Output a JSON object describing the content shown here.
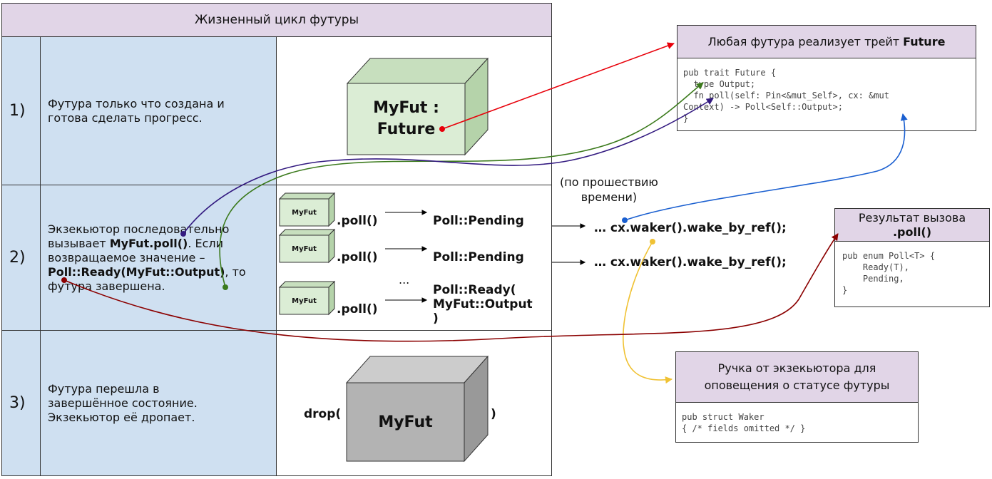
{
  "header": {
    "title": "Жизненный цикл футуры"
  },
  "rows": [
    {
      "num": "1)",
      "desc": "Футура только что создана и готова сделать прогресс."
    },
    {
      "num": "2)",
      "desc_parts": [
        "Экзекьютор последовательно вызывает ",
        "MyFut.poll()",
        ". Если возвращаемое значение – ",
        "Poll::Ready(MyFut::Output)",
        ", то футура завершена."
      ]
    },
    {
      "num": "3)",
      "desc": "Футура перешла в завершённое состояние. Экзекьютор её дропает."
    }
  ],
  "cube1": {
    "line1": "MyFut :",
    "line2": "Future"
  },
  "poll_rows": [
    {
      "cube": "MyFut",
      "call": ".poll()",
      "result": "Poll::Pending",
      "wake": "… cx.waker().wake_by_ref();"
    },
    {
      "cube": "MyFut",
      "call": ".poll()",
      "result": "Poll::Pending",
      "wake": "… cx.waker().wake_by_ref();"
    },
    {
      "cube": "MyFut",
      "call": ".poll()",
      "result_lines": [
        "Poll::Ready(",
        "MyFut::Output",
        ")"
      ]
    }
  ],
  "ellipsis": "...",
  "after_time": [
    "(по прошествию",
    "времени)"
  ],
  "drop": {
    "open": "drop(",
    "cube": "MyFut",
    "close": ")"
  },
  "future_box": {
    "title_plain": "Любая футура реализует трейт ",
    "title_bold": "Future",
    "code": [
      "pub trait Future {",
      "  type Output;",
      "  fn poll(self: Pin<&mut_Self>, cx: &mut",
      "Context) -> Poll<Self::Output>;",
      "}"
    ]
  },
  "poll_box": {
    "title_line1": "Результат вызова",
    "title_line2": ".poll()",
    "code": [
      "pub enum Poll<T> {",
      "    Ready(T),",
      "    Pending,",
      "}"
    ]
  },
  "waker_box": {
    "title_lines": [
      "Ручка от экзекьютора для",
      "оповещения о статусе футуры"
    ],
    "code": [
      "pub struct Waker",
      "{ /* fields omitted */ }"
    ]
  },
  "colors": {
    "red": "#e8000a",
    "green": "#3b7a1c",
    "purple": "#331a80",
    "blue": "#1a5fd0",
    "yellow": "#f0c234",
    "darkred": "#8b0000",
    "lavender": "#e1d5e7",
    "lightblue": "#cfe0f1",
    "cube_green": "#dbedd5",
    "cube_gray": "#b3b3b3"
  }
}
